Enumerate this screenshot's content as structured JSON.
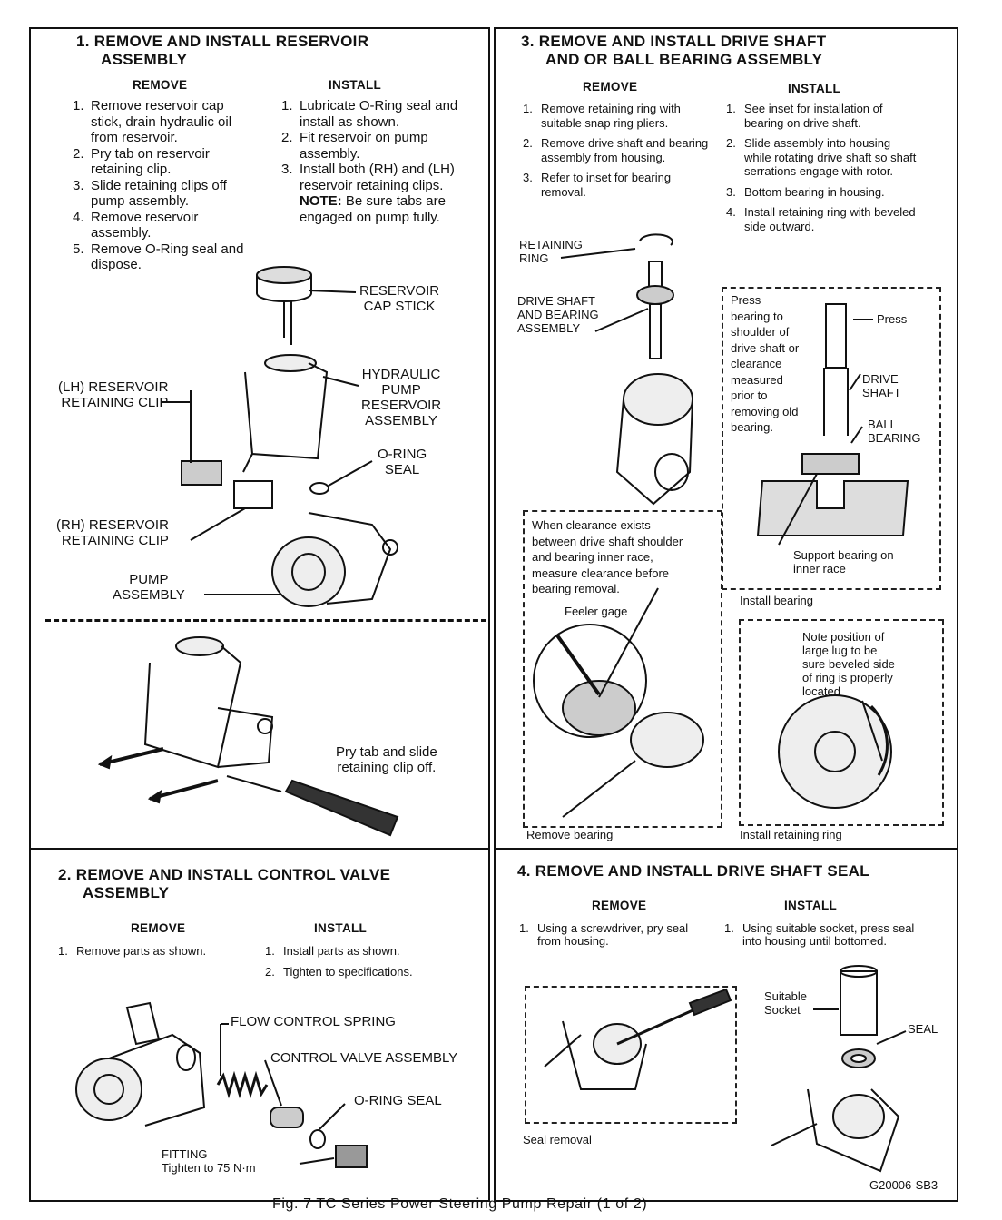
{
  "section1": {
    "title_line1": "1.  REMOVE AND INSTALL RESERVOIR",
    "title_line2": "ASSEMBLY",
    "remove_heading": "REMOVE",
    "install_heading": "INSTALL",
    "remove_steps": [
      {
        "num": "1.",
        "text": "Remove reservoir cap stick, drain hydraulic oil from reservoir."
      },
      {
        "num": "2.",
        "text": "Pry tab on reservoir retaining clip."
      },
      {
        "num": "3.",
        "text": "Slide retaining clips off pump assembly."
      },
      {
        "num": "4.",
        "text": "Remove reservoir assembly."
      },
      {
        "num": "5.",
        "text": "Remove O-Ring seal and dispose."
      }
    ],
    "install_steps": [
      {
        "num": "1.",
        "text": "Lubricate O-Ring seal and install as shown."
      },
      {
        "num": "2.",
        "text": "Fit reservoir on pump assembly."
      },
      {
        "num": "3.",
        "text": "Install both (RH) and (LH) reservoir retaining clips."
      }
    ],
    "install_note_label": "NOTE:",
    "install_note_text": "Be sure tabs are engaged on pump fully.",
    "labels": {
      "cap_stick": "RESERVOIR\nCAP STICK",
      "hydraulic": "HYDRAULIC\nPUMP\nRESERVOIR\nASSEMBLY",
      "lh_clip": "(LH) RESERVOIR\nRETAINING CLIP",
      "o_ring": "O-RING\nSEAL",
      "rh_clip": "(RH) RESERVOIR\nRETAINING CLIP",
      "pump": "PUMP\nASSEMBLY",
      "pry_tab": "Pry tab and slide\nretaining clip off."
    }
  },
  "section2": {
    "title_line1": "2.  REMOVE AND INSTALL CONTROL VALVE",
    "title_line2": "ASSEMBLY",
    "remove_heading": "REMOVE",
    "install_heading": "INSTALL",
    "remove_steps": [
      {
        "num": "1.",
        "text": "Remove parts as shown."
      }
    ],
    "install_steps": [
      {
        "num": "1.",
        "text": "Install parts as shown."
      },
      {
        "num": "2.",
        "text": "Tighten to specifications."
      }
    ],
    "labels": {
      "flow_spring": "FLOW CONTROL SPRING",
      "control_valve": "CONTROL VALVE ASSEMBLY",
      "o_ring": "O-RING SEAL",
      "fitting": "FITTING\nTighten to 75 N·m"
    }
  },
  "section3": {
    "title_line1": "3.  REMOVE AND INSTALL DRIVE SHAFT",
    "title_line2": "AND OR BALL BEARING ASSEMBLY",
    "remove_heading": "REMOVE",
    "install_heading": "INSTALL",
    "remove_steps": [
      {
        "num": "1.",
        "text": "Remove retaining ring with suitable snap ring pliers."
      },
      {
        "num": "2.",
        "text": "Remove drive shaft and bearing assembly from housing."
      },
      {
        "num": "3.",
        "text": "Refer to inset for bearing removal."
      }
    ],
    "install_steps": [
      {
        "num": "1.",
        "text": "See inset for installation of bearing on drive shaft."
      },
      {
        "num": "2.",
        "text": "Slide assembly into housing while rotating drive shaft so shaft serrations engage with rotor."
      },
      {
        "num": "3.",
        "text": "Bottom bearing in housing."
      },
      {
        "num": "4.",
        "text": "Install retaining ring with beveled side outward."
      }
    ],
    "labels": {
      "retaining_ring": "RETAINING\nRING",
      "drive_shaft_assembly": "DRIVE SHAFT\nAND BEARING\nASSEMBLY",
      "press_note": "Press\nbearing to\nshoulder of\ndrive shaft or\nclearance\nmeasured\nprior to\nremoving old\nbearing.",
      "press": "Press",
      "drive_shaft": "DRIVE\nSHAFT",
      "ball_bearing": "BALL\nBEARING",
      "support": "Support bearing on\ninner race",
      "install_bearing": "Install bearing",
      "clearance_note": "When clearance exists\nbetween drive shaft shoulder\nand bearing inner race,\nmeasure clearance before\nbearing removal.",
      "feeler": "Feeler gage",
      "remove_bearing": "Remove bearing",
      "lug_note": "Note position of\nlarge lug to be\nsure beveled side\nof ring is properly\nlocated",
      "install_ring": "Install retaining ring"
    }
  },
  "section4": {
    "title": "4.  REMOVE AND INSTALL DRIVE SHAFT SEAL",
    "remove_heading": "REMOVE",
    "install_heading": "INSTALL",
    "remove_steps": [
      {
        "num": "1.",
        "text": "Using a screwdriver, pry seal from housing."
      }
    ],
    "install_steps": [
      {
        "num": "1.",
        "text": "Using suitable socket, press seal into housing until bottomed."
      }
    ],
    "labels": {
      "suitable_socket": "Suitable\nSocket",
      "seal": "SEAL",
      "seal_removal": "Seal removal"
    }
  },
  "figure_id": "G20006-SB3",
  "caption": "Fig. 7  TC Series Power Steering Pump Repair (1 of 2)"
}
